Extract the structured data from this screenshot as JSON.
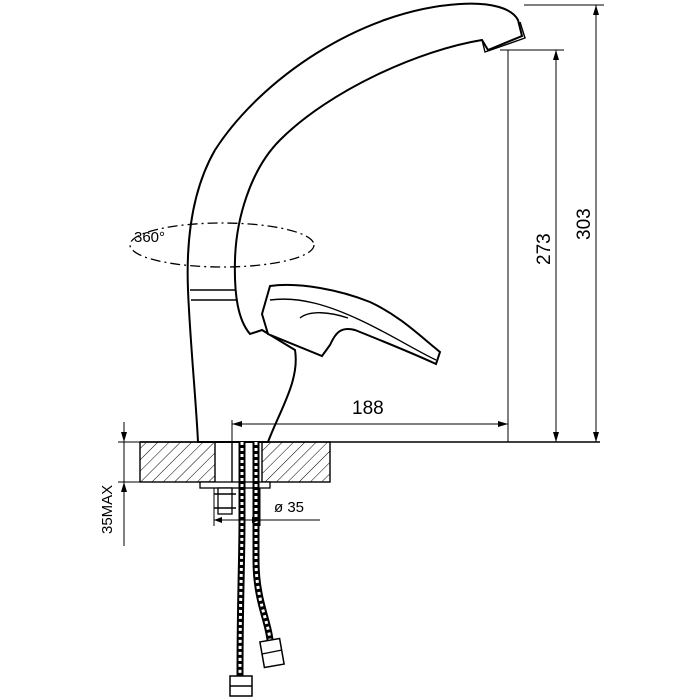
{
  "dimensions": {
    "spout_reach": "188",
    "spout_height": "273",
    "total_height": "303",
    "hole_diameter": "ø 35",
    "max_deck_thickness": "35MAX",
    "rotation": "360°"
  }
}
